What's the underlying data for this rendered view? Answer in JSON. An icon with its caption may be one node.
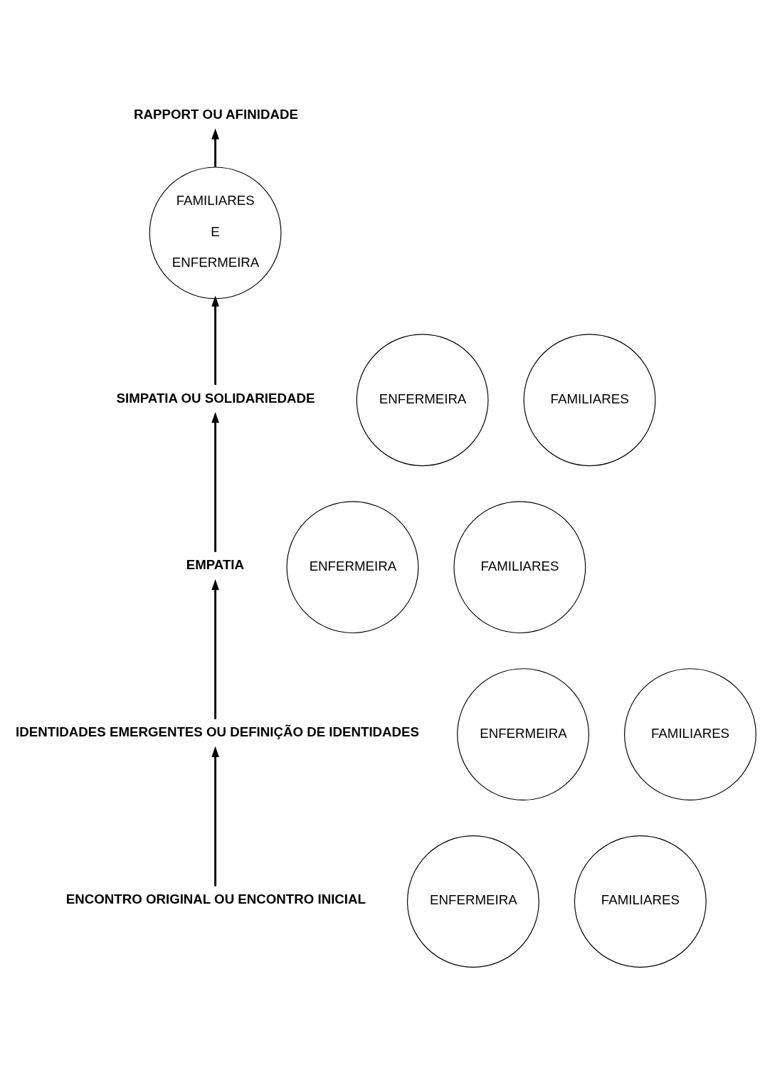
{
  "diagram": {
    "nodes": [
      {
        "text": [
          "RAPPORT OU AFINIDADE"
        ]
      },
      {
        "text": [
          "FAMILIARES E ENFERMEIRA"
        ]
      },
      {
        "text": [
          "ENFERMEIRA"
        ]
      },
      {
        "text": [
          "SIMPATIA OU SOLIDARIEDADE"
        ]
      },
      {
        "text": [
          "FAMILIARES"
        ]
      },
      {
        "text": [
          "ENFERMEIRA"
        ]
      },
      {
        "text": [
          "EMPATIA"
        ]
      },
      {
        "text": [
          "FAMILIARES"
        ]
      },
      {
        "text": [
          "ENFERMEIRA"
        ]
      },
      {
        "text": [
          "IDENTIDADES EMERGENTES OU DEFINIÇÃO DE IDENTIDADES"
        ]
      },
      {
        "text": [
          "FAMILIARES"
        ]
      },
      {
        "text": [
          "ENFERMEIRA"
        ]
      },
      {
        "text": [
          "ENCONTRO ORIGINAL OU ENCONTRO INICIAL"
        ]
      },
      {
        "text": [
          "FAMILIARES"
        ]
      }
    ],
    "edges": [
      {
        "from": 12,
        "to": 9,
        "arrow": "to"
      },
      {
        "from": 9,
        "to": 6,
        "arrow": "to"
      },
      {
        "from": 6,
        "to": 3,
        "arrow": "to"
      },
      {
        "from": 3,
        "to": 1,
        "arrow": "to"
      },
      {
        "from": 1,
        "to": 0,
        "arrow": "to"
      }
    ]
  }
}
